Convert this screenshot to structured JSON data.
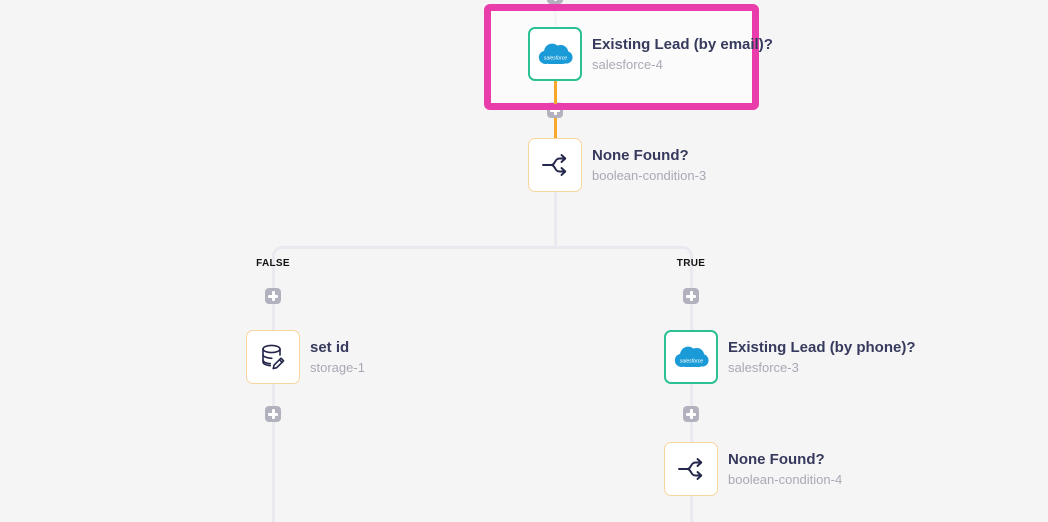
{
  "workflow": {
    "branch_labels": {
      "false": "FALSE",
      "true": "TRUE"
    },
    "salesforce_logo_text": "salesforce",
    "nodes": [
      {
        "title": "Existing Lead (by email)?",
        "subtitle": "salesforce-4",
        "icon": "salesforce-icon",
        "selected": true
      },
      {
        "title": "None Found?",
        "subtitle": "boolean-condition-3",
        "icon": "boolean-branch-icon",
        "selected": false
      },
      {
        "title": "set id",
        "subtitle": "storage-1",
        "icon": "storage-edit-icon",
        "selected": false
      },
      {
        "title": "Existing Lead (by phone)?",
        "subtitle": "salesforce-3",
        "icon": "salesforce-icon",
        "selected": false
      },
      {
        "title": "None Found?",
        "subtitle": "boolean-condition-4",
        "icon": "boolean-branch-icon",
        "selected": false
      }
    ],
    "colors": {
      "canvas_background": "#f5f5f6",
      "selection_highlight": "#e93dab",
      "connector_default": "#e9e9ef",
      "connector_active": "#f7a82a",
      "salesforce_node_border": "#2bc194",
      "condition_node_border": "#f8d5a0",
      "plus_button": "#b2b2bf",
      "salesforce_blue": "#1a9bd7",
      "title_text": "#363a5c",
      "subtitle_text": "#a9a9b5"
    }
  }
}
